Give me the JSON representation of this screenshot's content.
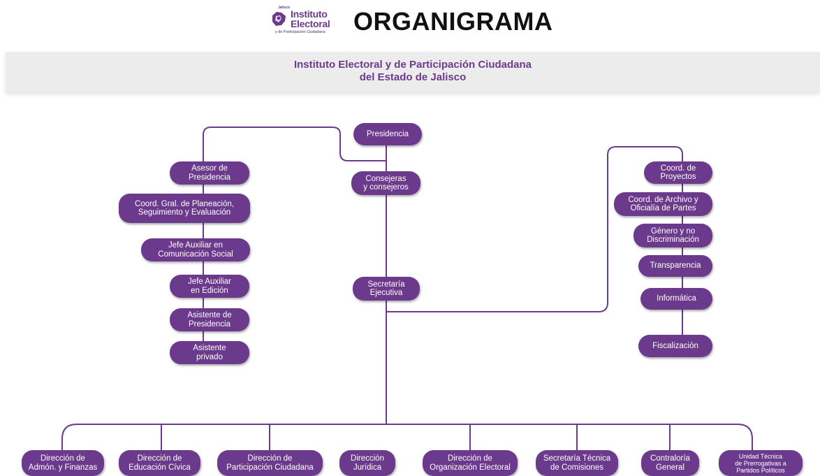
{
  "header": {
    "logo_small": "Jalisco",
    "logo_line1": "Instituto",
    "logo_line2": "Electoral",
    "logo_sub": "y de Participación Ciudadana",
    "title": "ORGANIGRAMA"
  },
  "banner": {
    "line1": "Instituto Electoral y de Participación Ciudadana",
    "line2": "del Estado de Jalisco"
  },
  "colors": {
    "node": "#6b3a8d",
    "line": "#6b3a8d",
    "banner": "#ececec"
  },
  "nodes": {
    "presidencia": "Presidencia",
    "consejeros": "Consejeras\ny consejeros",
    "secretaria": "Secretaría\nEjecutiva",
    "asesor": "Asesor de\nPresidencia",
    "coord_gral": "Coord. Gral. de Planeación,\nSeguimiento y Evaluación",
    "jefe_com": "Jefe Auxiliar en\nComunicación Social",
    "jefe_edicion": "Jefe Auxiliar\nen Edición",
    "asistente_pres": "Asistente de\nPresidencia",
    "asistente_priv": "Asistente\nprivado",
    "coord_proy": "Coord. de\nProyectos",
    "coord_archivo": "Coord. de Archivo y\nOficialía de Partes",
    "genero": "Género y no\nDiscriminación",
    "transparencia": "Transparencia",
    "informatica": "Informática",
    "fiscalizacion": "Fiscalización",
    "dir_admon": "Dirección de\nAdmón. y Finanzas",
    "dir_educacion": "Dirección de\nEducación Cívica",
    "dir_participacion": "Dirección de\nParticipación Ciudadana",
    "dir_juridica": "Dirección\nJurídica",
    "dir_organizacion": "Dirección de\nOrganización Electoral",
    "sec_tecnica": "Secretaría Técnica\nde Comisiones",
    "contraloria": "Contraloría\nGeneral",
    "unidad_tecnica": "Unidad Técnica\nde Prerrogativas a\nPartidos Políticos"
  }
}
